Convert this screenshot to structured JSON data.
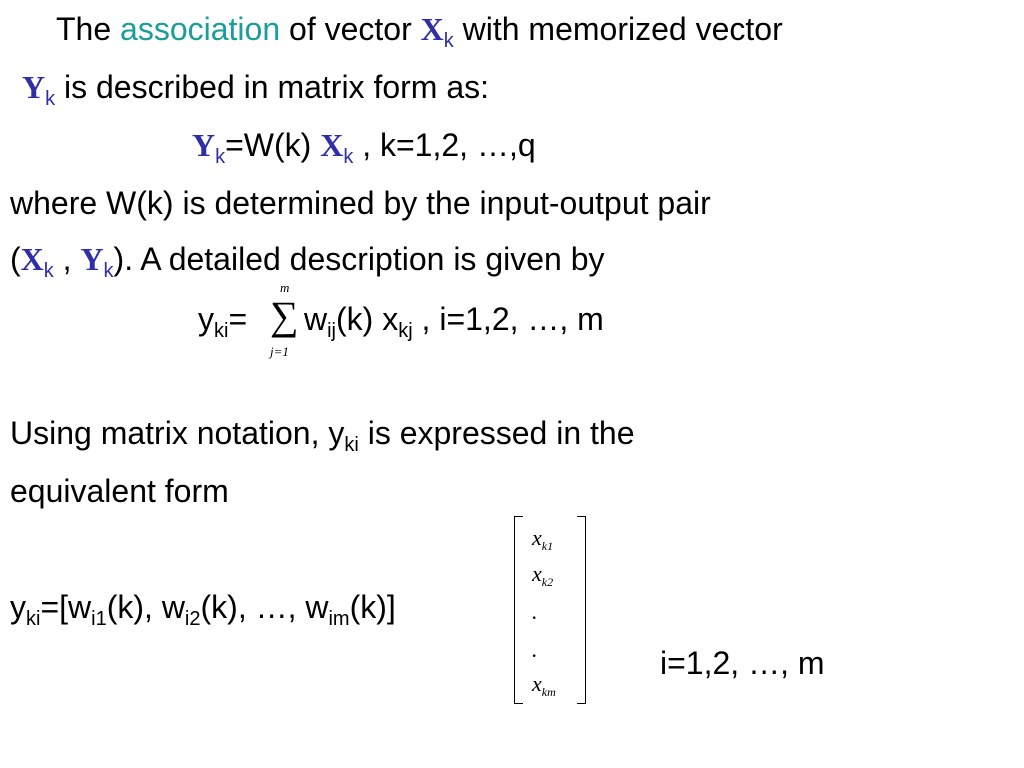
{
  "colors": {
    "text": "#000000",
    "accent_teal": "#1a9e9a",
    "vector_blue": "#2e2ea8"
  },
  "line1": {
    "pre": "The ",
    "highlight": "association",
    "mid": " of vector ",
    "vec": "X",
    "sub": "k",
    "post": " with memorized vector"
  },
  "line2": {
    "vec": "Y",
    "sub": "k",
    "post": " is described in matrix form as:"
  },
  "eq1": {
    "vec1": "Y",
    "sub1": "k",
    "mid": "=W(k) ",
    "vec2": "X",
    "sub2": "k",
    "post": " ,  k=1,2, …,q"
  },
  "line4": {
    "text": "where W(k) is determined by the input-output pair"
  },
  "line5": {
    "open": "(",
    "vec1": "X",
    "sub1": "k",
    "comma": " , ",
    "vec2": "Y",
    "sub2": "k",
    "post": "). A detailed description is given by"
  },
  "eq2": {
    "y": "y",
    "ysub": "ki",
    "eq": "=",
    "sum_top": "m",
    "sum_bottom": "j=1",
    "sigma": "∑",
    "w": "w",
    "wsub": "ij",
    "mid": "(k) x",
    "xsub": "kj",
    "post": " , i=1,2, …, m"
  },
  "line7": {
    "pre": "Using matrix notation, y",
    "sub": "ki",
    "post": " is expressed in the"
  },
  "line8": {
    "text": "equivalent form"
  },
  "eq3": {
    "y": "y",
    "ysub": "ki",
    "p1": "=[w",
    "s1": "i1",
    "p2": "(k), w",
    "s2": "i2",
    "p3": "(k), …, w",
    "s3": "im",
    "p4": "(k)]"
  },
  "matrix": {
    "entries": [
      {
        "base": "x",
        "sub": "k1"
      },
      {
        "base": "x",
        "sub": "k2"
      },
      {
        "base": ".",
        "sub": ""
      },
      {
        "base": ".",
        "sub": ""
      },
      {
        "base": "x",
        "sub": "km"
      }
    ]
  },
  "range": {
    "text": "i=1,2, …, m"
  }
}
